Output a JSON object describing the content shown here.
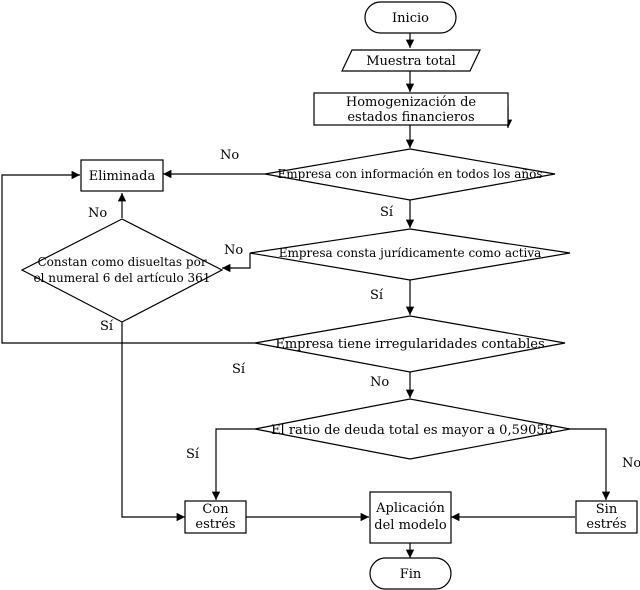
{
  "nodes": {
    "inicio": "Inicio",
    "muestra": "Muestra total",
    "homog_1": "Homogenización de",
    "homog_2": "estados financieros",
    "eliminada": "Eliminada",
    "d_info": "Empresa con información en todos los años",
    "d_activa": "Empresa consta jurídicamente como activa",
    "d_disueltas_1": "Constan como disueltas por",
    "d_disueltas_2": "el numeral 6 del artículo 361",
    "d_irreg": "Empresa tiene irregularidades contables",
    "d_ratio": "El ratio de deuda total es mayor a 0,59058",
    "con_1": "Con",
    "con_2": "estrés",
    "aplic_1": "Aplicación",
    "aplic_2": "del modelo",
    "sin_1": "Sin",
    "sin_2": "estrés",
    "fin": "Fin"
  },
  "edge_labels": {
    "info_no": "No",
    "info_si": "Sí",
    "activa_no": "No",
    "activa_si": "Sí",
    "disueltas_no": "No",
    "disueltas_si": "Sí",
    "irreg_si": "Sí",
    "irreg_no": "No",
    "ratio_si": "Sí",
    "ratio_no": "No"
  }
}
